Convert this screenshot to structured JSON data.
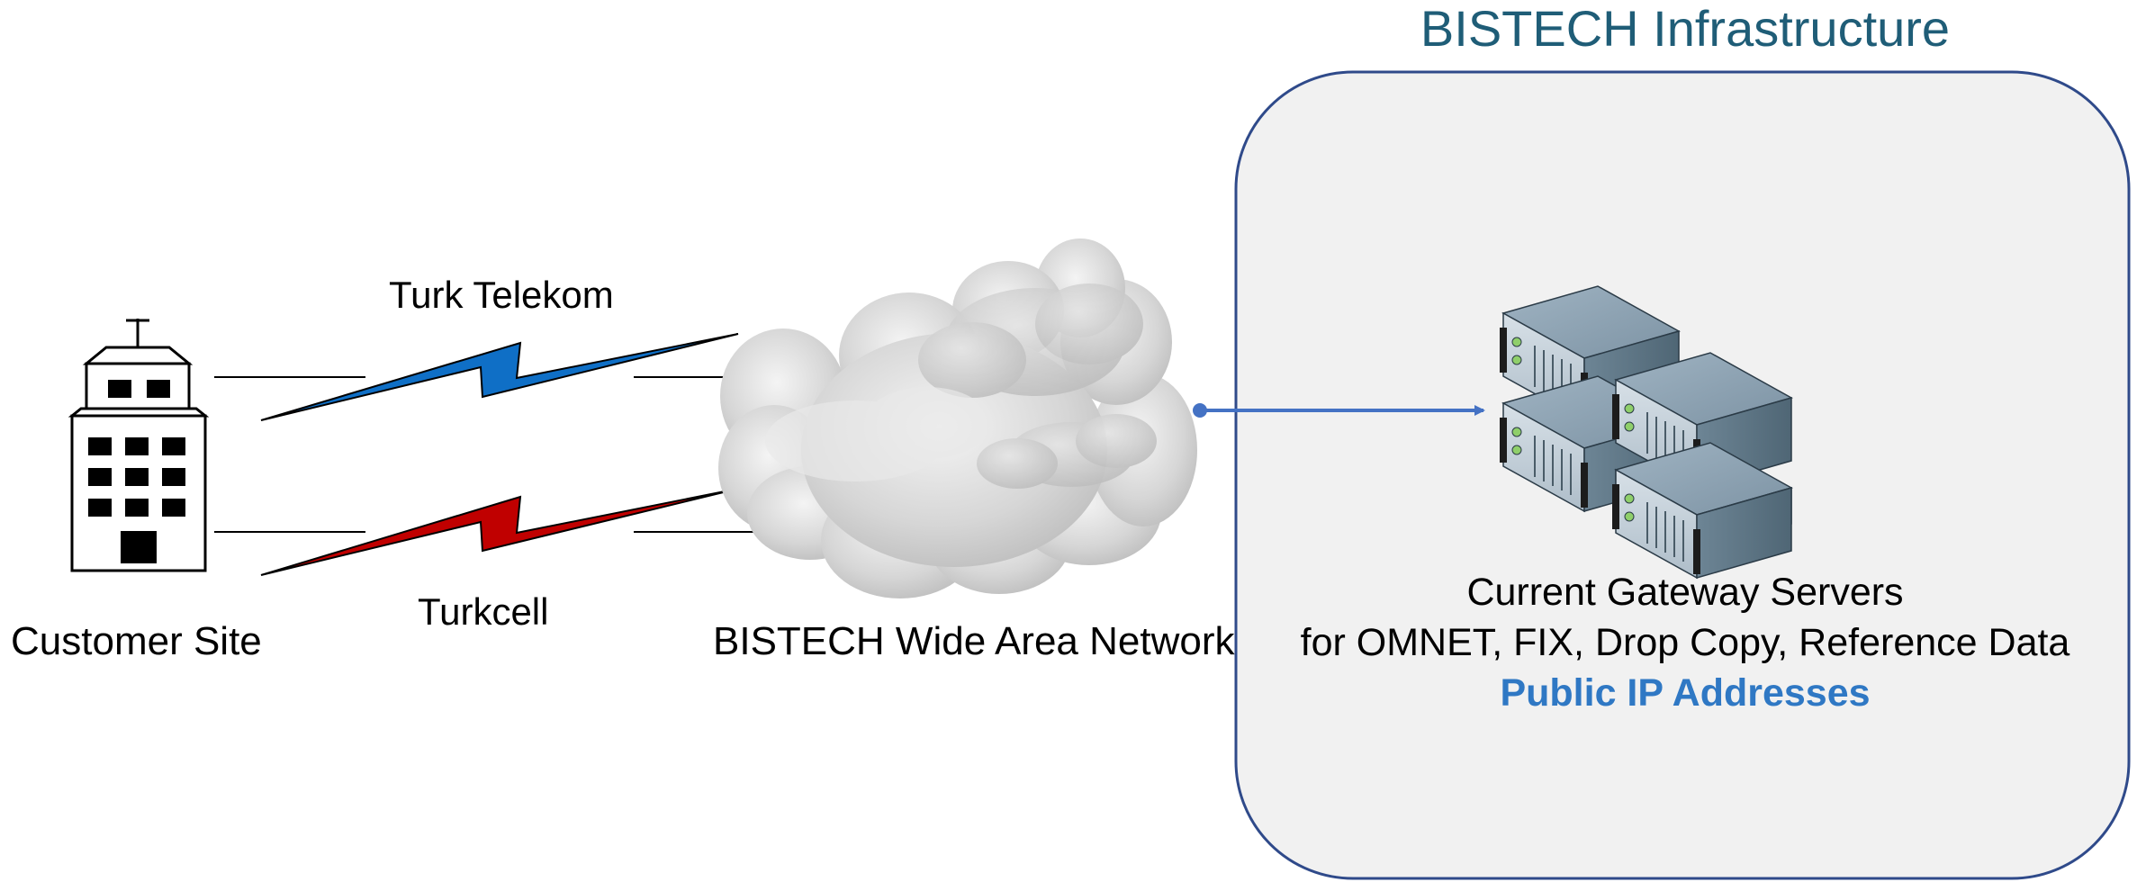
{
  "infrastructure": {
    "title": "BISTECH Infrastructure",
    "servers_line1": "Current Gateway Servers",
    "servers_line2": "for OMNET, FIX, Drop Copy, Reference Data",
    "public_ip": "Public IP Addresses"
  },
  "customer": {
    "label": "Customer Site"
  },
  "links": {
    "turk_telekom": "Turk Telekom",
    "turkcell": "Turkcell"
  },
  "wan": {
    "label": "BISTECH Wide Area Network"
  },
  "colors": {
    "title": "#1f5d77",
    "box_border": "#2f4a8a",
    "box_fill": "#f1f1f1",
    "turk_telekom_bolt": "#0f6fc6",
    "turkcell_bolt": "#c00000",
    "arrow": "#4472c4",
    "public_ip": "#2f78c4"
  },
  "icons": {
    "building": "office-building-icon",
    "cloud": "network-cloud-icon",
    "servers": "server-rack-stack-icon"
  }
}
